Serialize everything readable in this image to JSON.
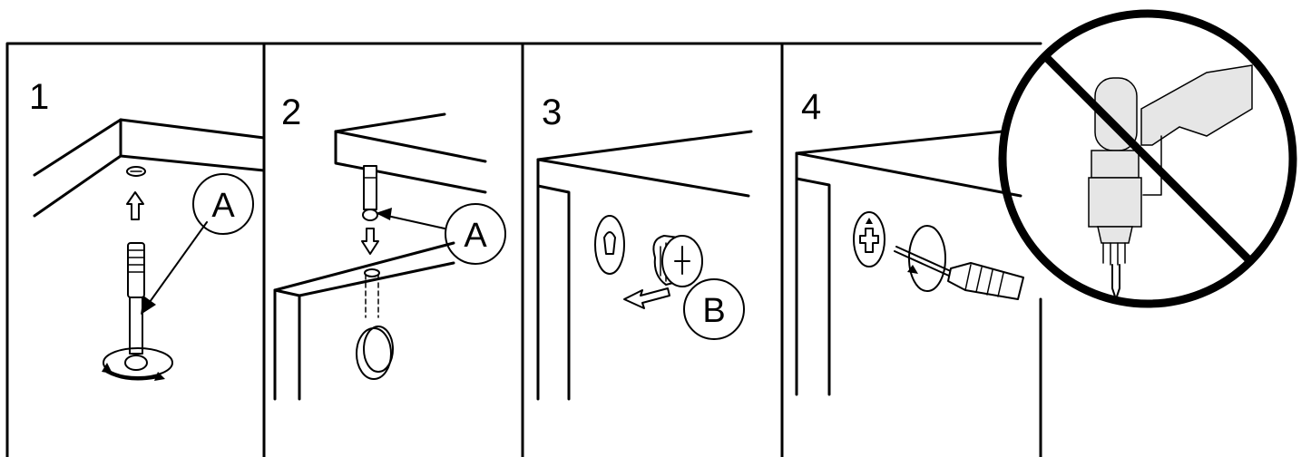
{
  "panels": [
    {
      "number": "1",
      "callout": "A"
    },
    {
      "number": "2",
      "callout": "A"
    },
    {
      "number": "3",
      "callout": "B"
    },
    {
      "number": "4",
      "callout": ""
    }
  ],
  "warning": {
    "icon": "no-power-drill-icon"
  },
  "colors": {
    "line": "#000000",
    "background": "#ffffff"
  }
}
